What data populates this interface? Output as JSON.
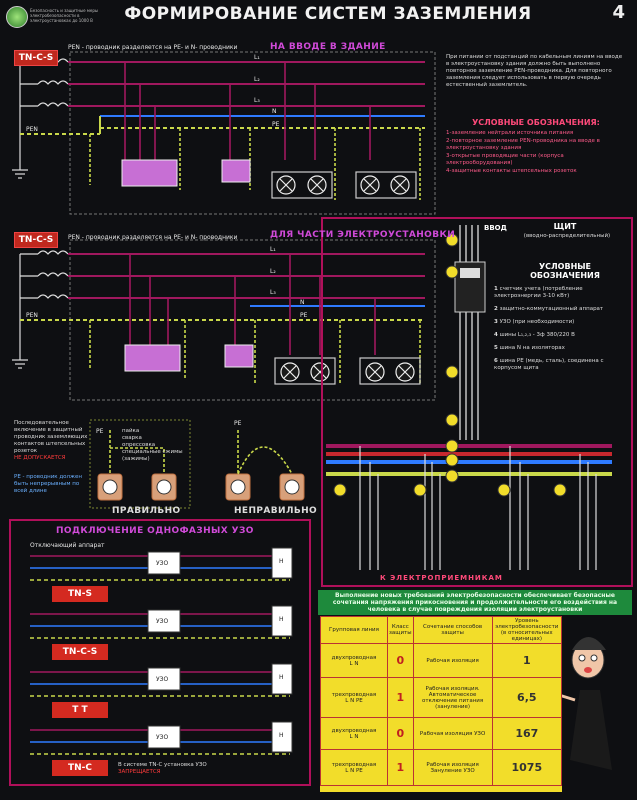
{
  "header": {
    "title": "ФОРМИРОВАНИЕ СИСТЕМ ЗАЗЕМЛЕНИЯ",
    "page_number": "4",
    "logo_text": "Безопасность и защитные меры электробезопасности в электроустановках до 1000 В"
  },
  "top_scheme": {
    "tag": "TN-C-S",
    "caption": "PEN - проводник разделяется на PE- и N- проводники",
    "section": "НА ВВОДЕ В ЗДАНИЕ",
    "wires": [
      "L₁",
      "L₂",
      "L₃",
      "N",
      "PE",
      "PEN"
    ]
  },
  "mid_scheme": {
    "tag": "TN-C-S",
    "caption": "PEN - проводник разделяется на PE- и N- проводники",
    "section": "ДЛЯ ЧАСТИ ЭЛЕКТРОУСТАНОВКИ",
    "wires": [
      "L₁",
      "L₂",
      "L₃",
      "N",
      "PE",
      "PEN"
    ]
  },
  "info_note": "При питании от подстанций по кабельным линиям на вводе в электроустановку здания должно быть выполнено повторное заземление PEN-проводника. Для повторного заземления следует использовать в первую очередь естественный заземлитель.",
  "legend": {
    "title": "УСЛОВНЫЕ ОБОЗНАЧЕНИЯ:",
    "items": [
      "1-заземление нейтрали источника питания",
      "2-повторное заземление PEN-проводника на вводе в электроустановку здания",
      "3-открытые проводящие части (корпуса электрооборудования)",
      "4-защитные контакты штепсельных розеток"
    ]
  },
  "shield": {
    "vvod": "ВВОД",
    "title": "ЩИТ",
    "subtitle": "(вводно-распределительный)",
    "legend_title": "УСЛОВНЫЕ ОБОЗНАЧЕНИЯ",
    "items": [
      {
        "n": "1",
        "t": "счетчик учета (потребление электроэнергии 3-10 кВт)"
      },
      {
        "n": "2",
        "t": "защитно-коммутационный аппарат"
      },
      {
        "n": "3",
        "t": "УЗО (при необходимости)"
      },
      {
        "n": "4",
        "t": "шины L₁,₂,₃ - 3ф 380/220 В"
      },
      {
        "n": "5",
        "t": "шина N на изоляторах"
      },
      {
        "n": "6",
        "t": "шина PE (медь, сталь), соединена с корпусом щита"
      }
    ],
    "bottom": "К ЭЛЕКТРОПРИЕМНИКАМ"
  },
  "sockets": {
    "left_note": "Последовательное включение в защитный проводник заземляющих контактов штепсельных розеток",
    "left_note_red": "НЕ ДОПУСКАЕТСЯ",
    "pe_note": "PE - проводник должен быть непрерывным по всей длине",
    "legend": [
      "пайка",
      "сварка",
      "опрессовка",
      "специальные сжимы (зажимы)"
    ],
    "pe": "PE",
    "correct": "ПРАВИЛЬНО",
    "wrong": "НЕПРАВИЛЬНО"
  },
  "uzo": {
    "title": "ПОДКЛЮЧЕНИЕ ОДНОФАЗНЫХ УЗО",
    "apparatus": "Отключающий аппарат",
    "device": "УЗО",
    "load": "Н",
    "systems": [
      "TN-S",
      "TN-C-S",
      "T T",
      "TN-C"
    ],
    "footnote": "В системе TN-C установка УЗО",
    "footnote_red": "ЗАПРЕЩАЕТСЯ"
  },
  "banner": "Выполнение новых требований электробезопасности обеспечивает безопасные сочетания напряжения прикосновения и продолжительности его воздействия на человека в случае повреждения изоляции электроустановки",
  "table": {
    "headers": [
      "Групповая линия",
      "Класс защиты",
      "Сочетание способов защиты",
      "Уровень электробезопасности (в относительных единицах)"
    ],
    "rows": [
      {
        "line": "двухпроводная\nL N",
        "cls": "0",
        "way": "Рабочая изоляция",
        "lvl": "1"
      },
      {
        "line": "трехпроводная\nL N PE",
        "cls": "1",
        "way": "Рабочая изоляция. Автоматическое отключение питания (зануление)",
        "lvl": "6,5"
      },
      {
        "line": "двухпроводная\nL N",
        "cls": "0",
        "way": "Рабочая изоляция УЗО",
        "lvl": "167"
      },
      {
        "line": "трехпроводная\nL N PE",
        "cls": "1",
        "way": "Рабочая изоляция Зануление УЗО",
        "lvl": "1075"
      }
    ]
  },
  "colors": {
    "phase": "#a0185e",
    "neutral": "#2f7bff",
    "pe": "#c9d84a",
    "accent": "#d04ad8",
    "tag": "#c0281e"
  }
}
